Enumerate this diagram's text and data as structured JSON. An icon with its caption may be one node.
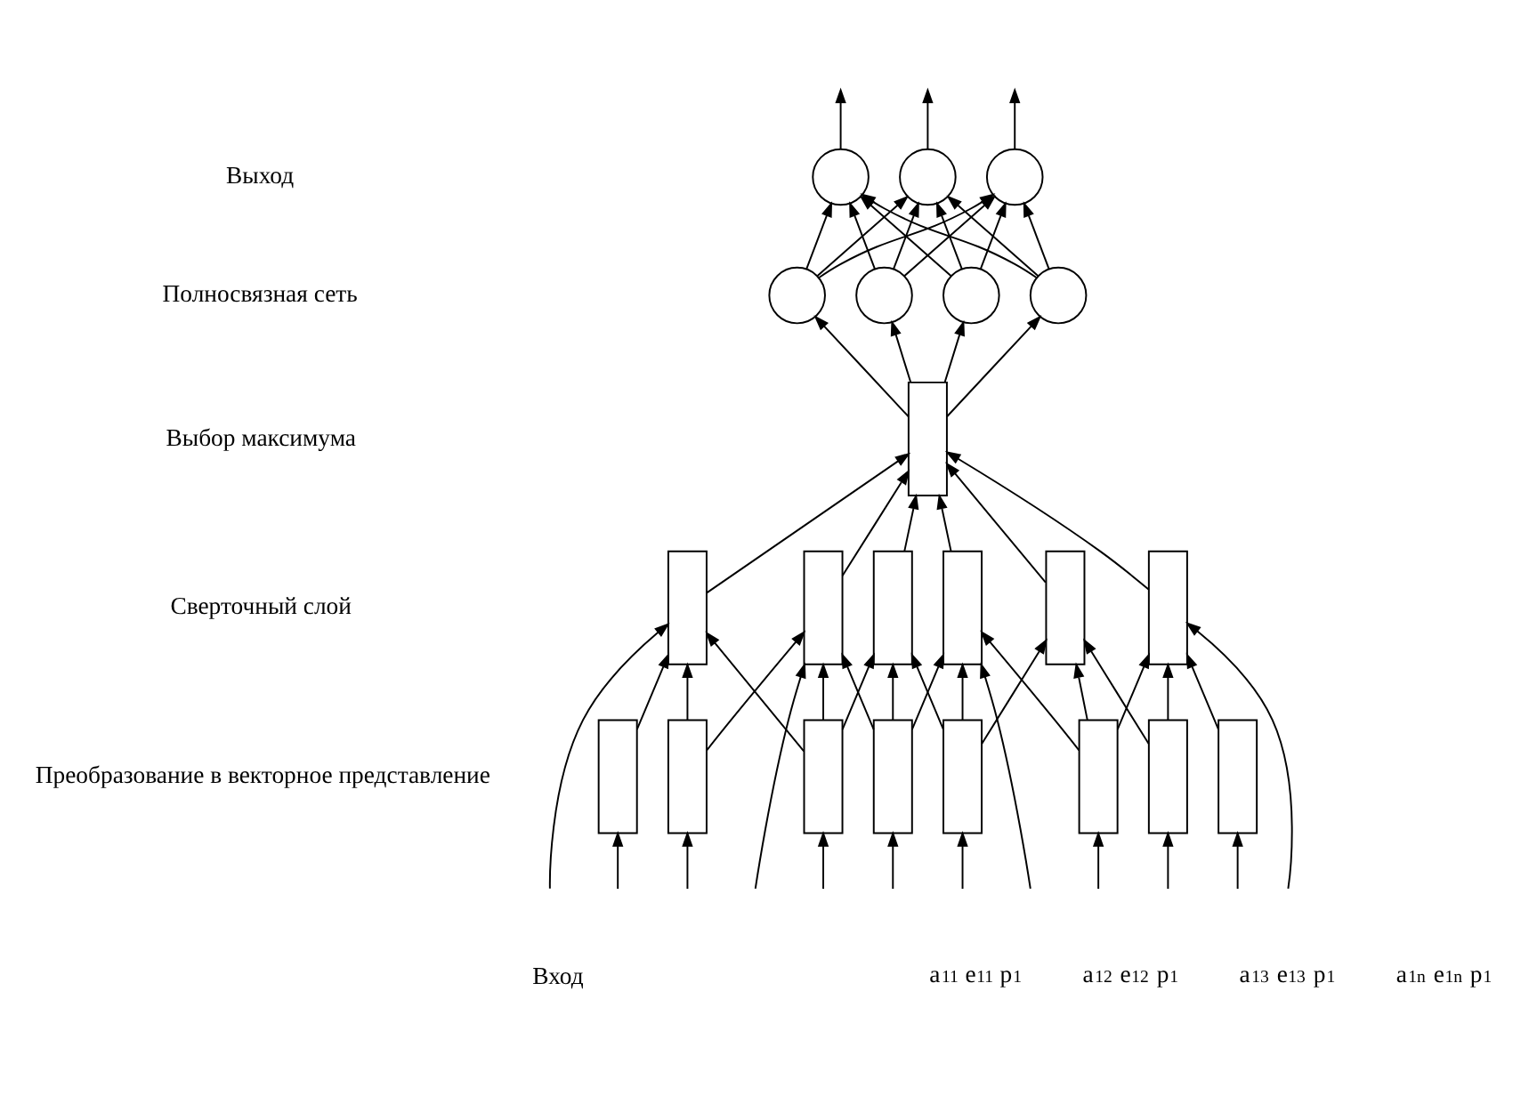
{
  "diagram": {
    "nodes": [
      {
        "text": [],
        "shape": "circle"
      },
      {
        "text": [],
        "shape": "circle"
      },
      {
        "text": [],
        "shape": "circle"
      },
      {
        "text": [],
        "shape": "circle"
      },
      {
        "text": [],
        "shape": "circle"
      },
      {
        "text": [],
        "shape": "circle"
      },
      {
        "text": [],
        "shape": "circle"
      },
      {
        "text": [],
        "shape": "box"
      },
      {
        "text": [],
        "shape": "box"
      },
      {
        "text": [],
        "shape": "box"
      },
      {
        "text": [],
        "shape": "box"
      },
      {
        "text": [],
        "shape": "box"
      },
      {
        "text": [],
        "shape": "box"
      },
      {
        "text": [],
        "shape": "box"
      },
      {
        "text": [],
        "shape": "box"
      },
      {
        "text": [],
        "shape": "box"
      },
      {
        "text": [],
        "shape": "box"
      },
      {
        "text": [],
        "shape": "box"
      },
      {
        "text": [],
        "shape": "box"
      },
      {
        "text": [],
        "shape": "box"
      },
      {
        "text": [],
        "shape": "box"
      },
      {
        "text": [],
        "shape": "box"
      }
    ],
    "edges": [
      {
        "from": 0,
        "to": null,
        "arrow": "to"
      },
      {
        "from": 1,
        "to": null,
        "arrow": "to"
      },
      {
        "from": 2,
        "to": null,
        "arrow": "to"
      },
      {
        "from": 3,
        "to": 0,
        "arrow": "to"
      },
      {
        "from": 3,
        "to": 1,
        "arrow": "to"
      },
      {
        "from": 3,
        "to": 2,
        "arrow": "to"
      },
      {
        "from": 4,
        "to": 0,
        "arrow": "to"
      },
      {
        "from": 4,
        "to": 1,
        "arrow": "to"
      },
      {
        "from": 4,
        "to": 2,
        "arrow": "to"
      },
      {
        "from": 5,
        "to": 0,
        "arrow": "to"
      },
      {
        "from": 5,
        "to": 1,
        "arrow": "to"
      },
      {
        "from": 5,
        "to": 2,
        "arrow": "to"
      },
      {
        "from": 6,
        "to": 0,
        "arrow": "to"
      },
      {
        "from": 6,
        "to": 1,
        "arrow": "to"
      },
      {
        "from": 6,
        "to": 2,
        "arrow": "to"
      },
      {
        "from": 7,
        "to": 3,
        "arrow": "to"
      },
      {
        "from": 7,
        "to": 4,
        "arrow": "to"
      },
      {
        "from": 7,
        "to": 5,
        "arrow": "to"
      },
      {
        "from": 7,
        "to": 6,
        "arrow": "to"
      },
      {
        "from": 8,
        "to": 7,
        "arrow": "to"
      },
      {
        "from": 9,
        "to": 7,
        "arrow": "to"
      },
      {
        "from": 10,
        "to": 7,
        "arrow": "to"
      },
      {
        "from": 11,
        "to": 7,
        "arrow": "to"
      },
      {
        "from": 12,
        "to": 7,
        "arrow": "to"
      },
      {
        "from": 13,
        "to": 7,
        "arrow": "to"
      },
      {
        "from": 14,
        "to": 8,
        "arrow": "to"
      },
      {
        "from": 15,
        "to": 8,
        "arrow": "to"
      },
      {
        "from": 16,
        "to": 8,
        "arrow": "to"
      },
      {
        "from": 15,
        "to": 9,
        "arrow": "to"
      },
      {
        "from": 16,
        "to": 9,
        "arrow": "to"
      },
      {
        "from": 17,
        "to": 9,
        "arrow": "to"
      },
      {
        "from": 16,
        "to": 10,
        "arrow": "to"
      },
      {
        "from": 17,
        "to": 10,
        "arrow": "to"
      },
      {
        "from": 18,
        "to": 10,
        "arrow": "to"
      },
      {
        "from": 17,
        "to": 11,
        "arrow": "to"
      },
      {
        "from": 18,
        "to": 11,
        "arrow": "to"
      },
      {
        "from": 19,
        "to": 11,
        "arrow": "to"
      },
      {
        "from": 18,
        "to": 12,
        "arrow": "to"
      },
      {
        "from": 19,
        "to": 12,
        "arrow": "to"
      },
      {
        "from": 20,
        "to": 12,
        "arrow": "to"
      },
      {
        "from": 19,
        "to": 13,
        "arrow": "to"
      },
      {
        "from": 20,
        "to": 13,
        "arrow": "to"
      },
      {
        "from": 21,
        "to": 13,
        "arrow": "to"
      },
      {
        "from": null,
        "to": 8,
        "arrow": "to"
      },
      {
        "from": null,
        "to": 10,
        "arrow": "to"
      },
      {
        "from": null,
        "to": 12,
        "arrow": "to"
      },
      {
        "from": null,
        "to": 13,
        "arrow": "to"
      },
      {
        "from": null,
        "to": 14,
        "arrow": "to"
      },
      {
        "from": null,
        "to": 15,
        "arrow": "to"
      },
      {
        "from": null,
        "to": 16,
        "arrow": "to"
      },
      {
        "from": null,
        "to": 17,
        "arrow": "to"
      },
      {
        "from": null,
        "to": 18,
        "arrow": "to"
      },
      {
        "from": null,
        "to": 19,
        "arrow": "to"
      },
      {
        "from": null,
        "to": 20,
        "arrow": "to"
      },
      {
        "from": null,
        "to": 21,
        "arrow": "to"
      }
    ],
    "labels": [
      "Выход",
      "Полносвязная сеть",
      "Выбор максимума",
      "Сверточный слой",
      "Преобразование в векторное представление",
      "Вход",
      "a$_{11}$ e$_{11}$ p$_{1}$",
      "a$_{12}$ e$_{12}$ p$_{1}$",
      "a$_{13}$ e$_{13}$ p$_{1}$",
      "a$_{1n}$ e$_{1n}$ p$_{1}$"
    ]
  }
}
